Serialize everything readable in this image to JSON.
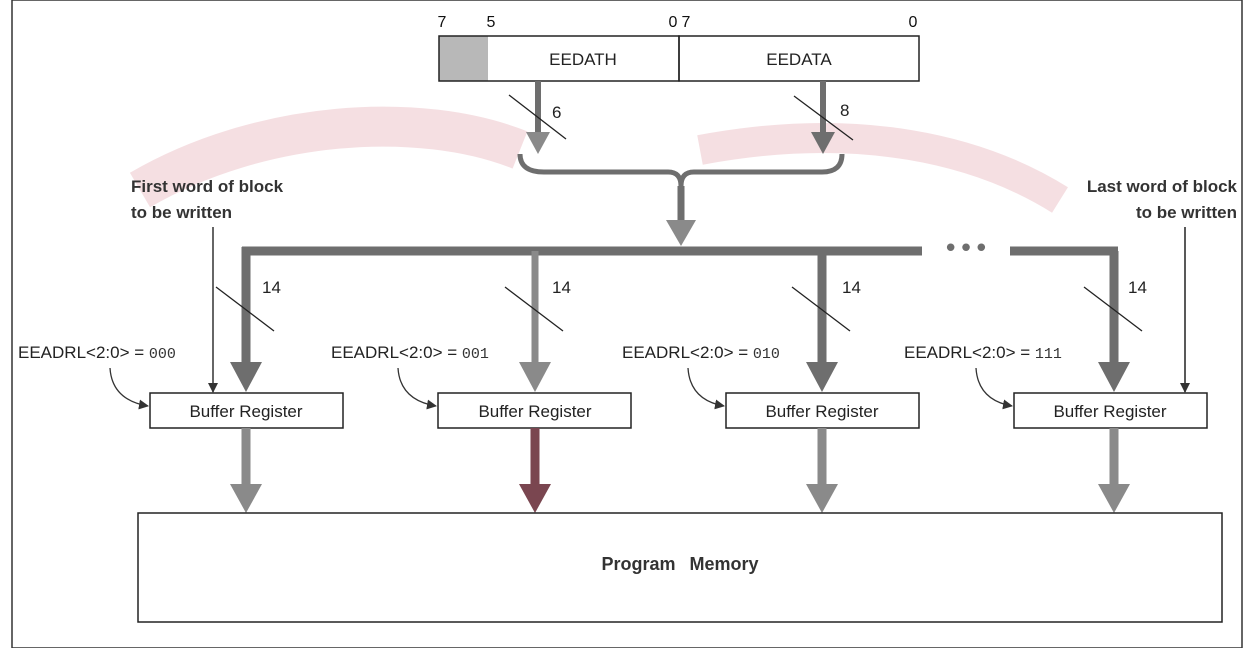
{
  "registers": {
    "eedath": {
      "label": "EEDATH",
      "bit_high": "7",
      "bit_mid": "5",
      "bit_low": "0"
    },
    "eedata": {
      "label": "EEDATA",
      "bit_high": "7",
      "bit_low": "0"
    }
  },
  "bus_widths": {
    "eedath": "6",
    "eedata": "8",
    "branch": "14"
  },
  "annotations": {
    "first_word_line1": "First word of block",
    "first_word_line2": "to be written",
    "last_word_line1": "Last word of block",
    "last_word_line2": "to be written",
    "ellipsis": "•••"
  },
  "buffers": [
    {
      "address_prefix": "EEADRL<2:0> = ",
      "address_value": "000",
      "label": "Buffer Register"
    },
    {
      "address_prefix": "EEADRL<2:0> = ",
      "address_value": "001",
      "label": "Buffer Register"
    },
    {
      "address_prefix": "EEADRL<2:0> = ",
      "address_value": "010",
      "label": "Buffer Register"
    },
    {
      "address_prefix": "EEADRL<2:0> = ",
      "address_value": "111",
      "label": "Buffer Register"
    }
  ],
  "program_memory": {
    "word1": "Program",
    "word2": "Memory"
  },
  "colors": {
    "bus": "#6e6e6e",
    "accent": "#b85d6a",
    "register_fill": "#b8b8b8"
  }
}
